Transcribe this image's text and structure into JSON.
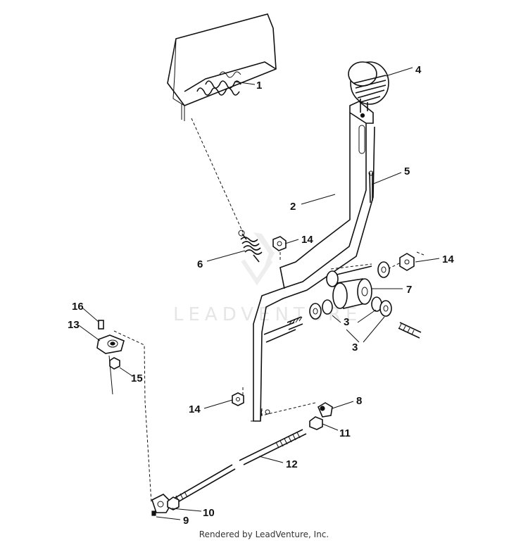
{
  "watermark": "LEADVENTURE",
  "footer": "Rendered by LeadVenture, Inc.",
  "callouts": {
    "c1": "1",
    "c2": "2",
    "c3a": "3",
    "c3b": "3",
    "c4": "4",
    "c5": "5",
    "c6": "6",
    "c7": "7",
    "c8": "8",
    "c9": "9",
    "c10": "10",
    "c11": "11",
    "c12": "12",
    "c13": "13",
    "c14a": "14",
    "c14b": "14",
    "c14c": "14",
    "c15": "15",
    "c16": "16"
  }
}
